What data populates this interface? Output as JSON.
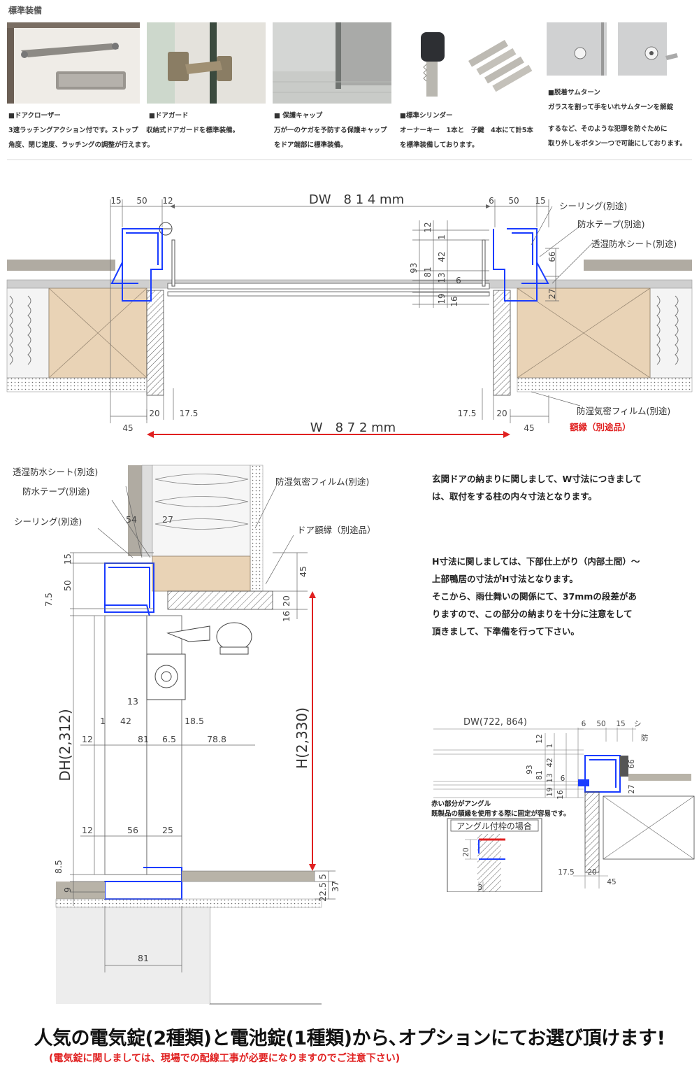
{
  "header": {
    "title": "標準装備"
  },
  "features": [
    {
      "title": "■ドアクローザー",
      "lines": [
        "3速ラッチングアクション付です。ストップ",
        "角度、閉じ速度、ラッチングの調整が行えます。"
      ]
    },
    {
      "title": "■ドアガード",
      "lines": [
        "収納式ドアガードを標準装備。"
      ]
    },
    {
      "title": "■ 保護キャップ",
      "lines": [
        "万が一のケガを予防する保護キャップ",
        "をドア端部に標準装備。"
      ]
    },
    {
      "title": "■標準シリンダー",
      "lines": [
        "オーナーキー　1本と　子鍵　4本にて計5本",
        "を標準装備しております。"
      ]
    },
    {
      "title": "■脱着サムターン",
      "lines": [
        "ガラスを割って手をいれサムターンを解錠",
        "するなど、そのような犯罪を防ぐために",
        "取り外しをボタン一つで可能にしております。"
      ]
    }
  ],
  "plan": {
    "dw_label": "DW　8 1 4 mm",
    "w_label": "W　8 7 2 mm",
    "dims_top_left": [
      "15",
      "50",
      "12"
    ],
    "dims_top_right": [
      "6",
      "50",
      "15"
    ],
    "dims_vertical": [
      "12",
      "1",
      "42",
      "93",
      "81",
      "13",
      "6",
      "19",
      "16"
    ],
    "dims_side_right": [
      "66",
      "27"
    ],
    "dims_bottom": [
      "45",
      "20",
      "17.5",
      "17.5",
      "20",
      "45"
    ],
    "labels": {
      "sealing": "シーリング(別途)",
      "waterproof_tape": "防水テープ(別途)",
      "moisture_sheet": "透湿防水シート(別途)",
      "airtight_film": "防湿気密フィルム(別途)",
      "frame": "額縁（別途品）"
    }
  },
  "section": {
    "labels": {
      "moisture_sheet": "透湿防水シート(別途)",
      "waterproof_tape": "防水テープ(別途)",
      "sealing": "シーリング(別途)",
      "airtight_film": "防湿気密フィルム(別途)",
      "door_frame": "ドア額縁（別途品）"
    },
    "dims": {
      "d54": "54",
      "d27": "27",
      "d15": "15",
      "d50": "50",
      "d75": "7.5",
      "d45": "45",
      "d20": "20",
      "d16": "16",
      "d13": "13",
      "d1": "1",
      "d42": "42",
      "d185": "18.5",
      "d12a": "12",
      "d81": "81",
      "d65": "6.5",
      "d788": "78.8",
      "d12b": "12",
      "d56": "56",
      "d25": "25",
      "d85": "8.5",
      "d9": "9",
      "d5": "5",
      "d225": "22.5",
      "d37": "37",
      "d81b": "81"
    },
    "dh_label": "DH(2,312)",
    "h_label": "H(2,330)"
  },
  "notes": {
    "para1": [
      "玄関ドアの納まりに関しまして、W寸法につきまして",
      "は、取付をする柱の内々寸法となります。"
    ],
    "para2": [
      "H寸法に関しましては、下部仕上がり（内部土間）～",
      "上部鴨居の寸法がH寸法となります。",
      "そこから、雨仕舞いの関係にて、37mmの段差があ",
      "りますので、この部分の納まりを十分に注意をして",
      "頂きまして、下準備を行って下さい。"
    ]
  },
  "angle_detail": {
    "dw_label": "DW(722, 864)",
    "dims_top": [
      "6",
      "50",
      "15"
    ],
    "dims_vertical": [
      "12",
      "1",
      "42",
      "93",
      "81",
      "13",
      "6",
      "19",
      "16"
    ],
    "dims_side": [
      "66",
      "27"
    ],
    "red_note": [
      "赤い部分がアングル",
      "既製品の額縁を使用する際に固定が容易です。"
    ],
    "box_title": "アングル付枠の場合",
    "box_dims": [
      "20",
      "3"
    ],
    "dims_bottom": [
      "17.5",
      "20",
      "45"
    ],
    "frag_labels": [
      "シ",
      "防"
    ]
  },
  "bottom": {
    "main": "人気の電気錠(2種類)と電池錠(1種類)から､オプションにてお選び頂けます!",
    "sub": "(電気錠に関しましては、現場での配線工事が必要になりますのでご注意下さい)"
  },
  "colors": {
    "frame_blue": "#1a3cff",
    "accent_red": "#e02020",
    "wood": "#e9d3b6",
    "floor": "#b8b3a8"
  }
}
